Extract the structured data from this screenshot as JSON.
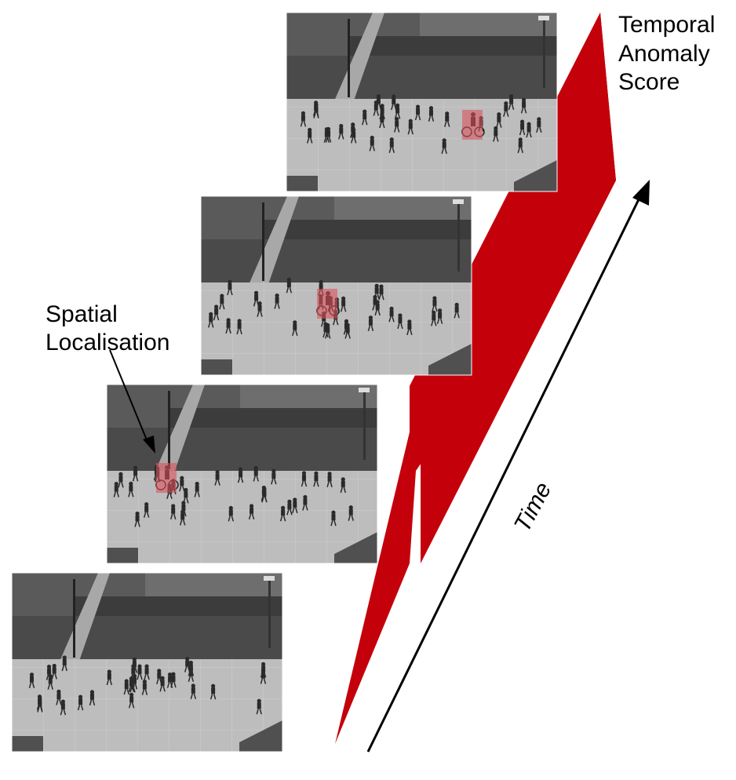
{
  "labels": {
    "temporal": [
      "Temporal",
      "Anomaly",
      "Score"
    ],
    "spatial": [
      "Spatial",
      "Localisation"
    ],
    "time": "Time"
  },
  "frames": [
    {
      "id": "frame-1",
      "anomaly_box": false
    },
    {
      "id": "frame-2",
      "anomaly_box": true
    },
    {
      "id": "frame-3",
      "anomaly_box": true
    },
    {
      "id": "frame-4",
      "anomaly_box": true
    }
  ],
  "colors": {
    "score_ribbon": "#c4000b",
    "anomaly_box": "#d9535b",
    "arrow": "#000000",
    "frame_sky_building": "#5a5a5a",
    "frame_lawn": "#4a4a4a",
    "frame_walkway": "#bdbdbd",
    "pedestrian": "#2a2a2a"
  }
}
